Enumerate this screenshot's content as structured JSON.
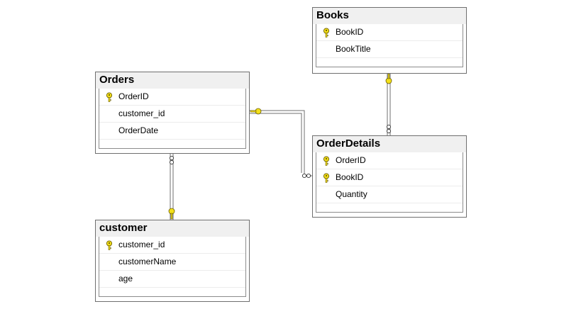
{
  "tables": {
    "books": {
      "title": "Books",
      "columns": [
        {
          "name": "BookID",
          "pk": true
        },
        {
          "name": "BookTitle",
          "pk": false
        }
      ]
    },
    "orders": {
      "title": "Orders",
      "columns": [
        {
          "name": "OrderID",
          "pk": true
        },
        {
          "name": "customer_id",
          "pk": false
        },
        {
          "name": "OrderDate",
          "pk": false
        }
      ]
    },
    "orderdetails": {
      "title": "OrderDetails",
      "columns": [
        {
          "name": "OrderID",
          "pk": true
        },
        {
          "name": "BookID",
          "pk": true
        },
        {
          "name": "Quantity",
          "pk": false
        }
      ]
    },
    "customer": {
      "title": "customer",
      "columns": [
        {
          "name": "customer_id",
          "pk": true
        },
        {
          "name": "customerName",
          "pk": false
        },
        {
          "name": "age",
          "pk": false
        }
      ]
    }
  },
  "relationships": [
    {
      "from": "Books",
      "to": "OrderDetails",
      "one_side": "Books",
      "many_side": "OrderDetails"
    },
    {
      "from": "Orders",
      "to": "OrderDetails",
      "one_side": "Orders",
      "many_side": "OrderDetails"
    },
    {
      "from": "customer",
      "to": "Orders",
      "one_side": "customer",
      "many_side": "Orders"
    }
  ],
  "colors": {
    "key": "#f3e01a",
    "key_outline": "#6b5d00",
    "border": "#6f6f6f",
    "header_bg": "#f0f0f0",
    "connector": "#6f6f6f"
  }
}
